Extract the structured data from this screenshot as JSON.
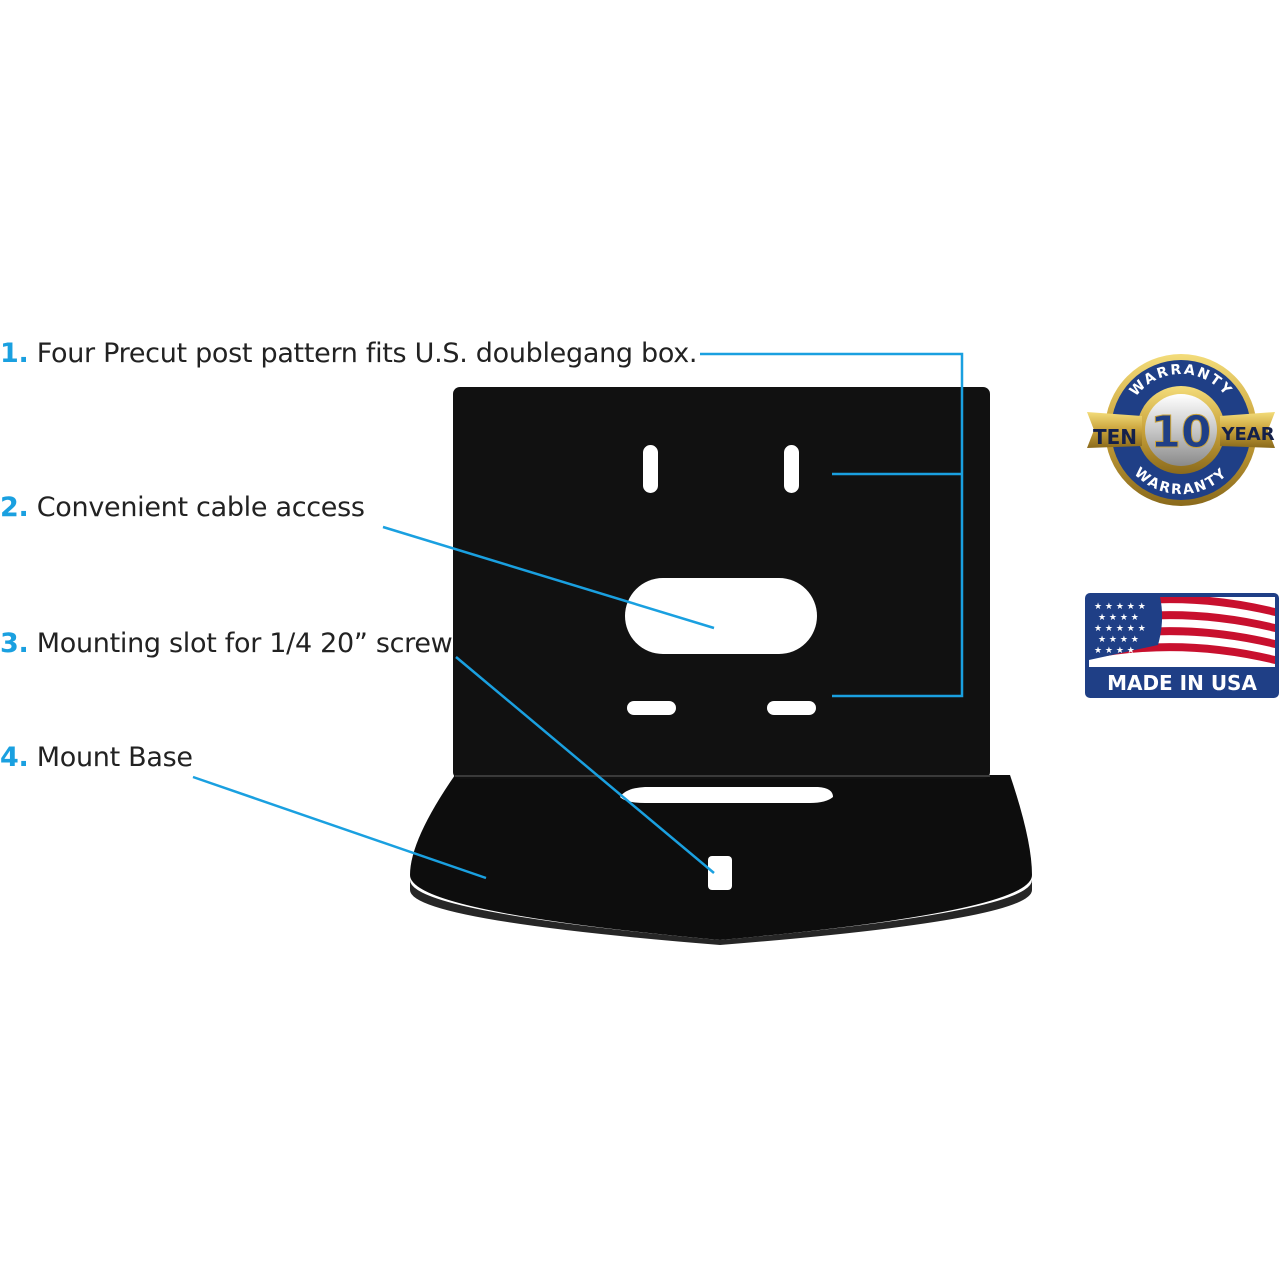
{
  "callouts": [
    {
      "number": "1.",
      "text": "Four Precut post pattern fits U.S. doublegang box."
    },
    {
      "number": "2.",
      "text": "Convenient cable access"
    },
    {
      "number": "3.",
      "text": "Mounting slot for 1/4 20” screw"
    },
    {
      "number": "4.",
      "text": "Mount Base"
    }
  ],
  "badges": {
    "warranty": {
      "arc_top": "WARRANTY",
      "arc_bottom": "WARRANTY",
      "left_word": "TEN",
      "number": "10",
      "right_word": "YEAR"
    },
    "made_in_usa": {
      "text": "MADE IN USA"
    }
  },
  "colors": {
    "accent": "#1aa0e0",
    "bracket": "#0d0d0d",
    "badge_navy": "#1f3f86",
    "badge_gold": "#c9a23a",
    "flag_red": "#c8102e"
  }
}
